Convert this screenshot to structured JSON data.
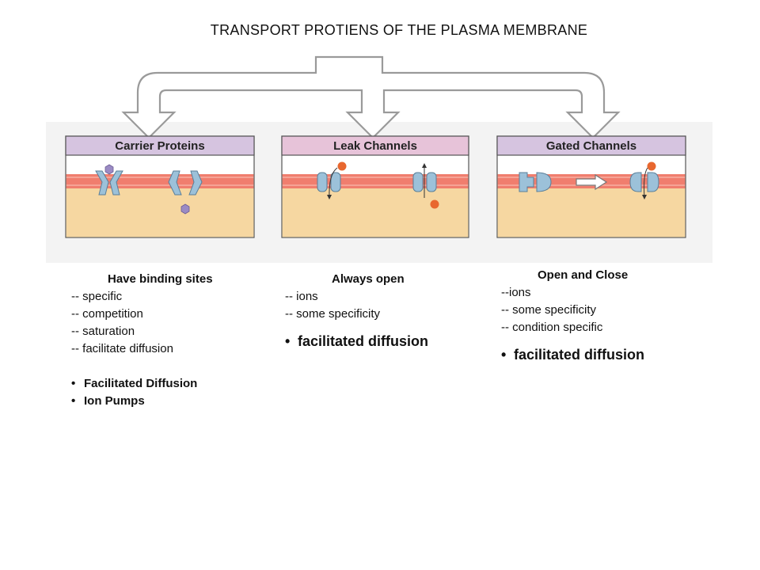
{
  "title": "TRANSPORT PROTIENS OF THE PLASMA MEMBRANE",
  "diagram": {
    "panels": [
      {
        "label": "Carrier Proteins"
      },
      {
        "label": "Leak Channels"
      },
      {
        "label": "Gated Channels"
      }
    ],
    "colors": {
      "panel_header": "#d6c4e0",
      "extracellular": "#ffffff",
      "membrane": "#f07e6e",
      "cytoplasm": "#f6d7a1",
      "protein": "#9cc1d9",
      "ion": "#e8672f",
      "molecule": "#9b8bc4",
      "arrow_outline": "#9a9a9a"
    }
  },
  "columns": [
    {
      "heading": "Have binding sites",
      "lines": [
        "-- specific",
        "-- competition",
        "-- saturation",
        "-- facilitate diffusion"
      ],
      "bullets": [
        "Facilitated Diffusion",
        "Ion Pumps"
      ]
    },
    {
      "heading": "Always open",
      "lines": [
        "-- ions",
        "-- some specificity"
      ],
      "bullets": [
        "facilitated diffusion"
      ]
    },
    {
      "heading": "Open and Close",
      "lines": [
        "--ions",
        "-- some specificity",
        "-- condition specific"
      ],
      "bullets": [
        "facilitated diffusion"
      ]
    }
  ]
}
